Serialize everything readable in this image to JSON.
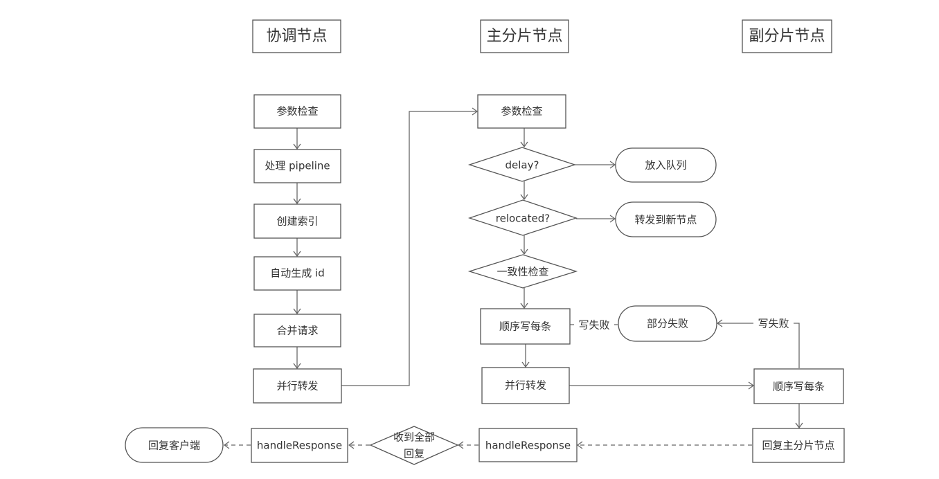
{
  "columns": {
    "coordinator": "协调节点",
    "primary": "主分片节点",
    "replica": "副分片节点"
  },
  "coordinator": {
    "check_params": "参数检查",
    "pipeline": "处理 pipeline",
    "create_index": "创建索引",
    "auto_id": "自动生成 id",
    "merge_requests": "合并请求",
    "parallel_forward": "并行转发",
    "handle_response": "handleResponse",
    "reply_client": "回复客户端",
    "received_all": [
      "收到全部",
      "回复"
    ]
  },
  "primary": {
    "check_params": "参数检查",
    "delay": "delay?",
    "enqueue": "放入队列",
    "relocated": "relocated?",
    "forward_new_node": "转发到新节点",
    "consistency_check": "一致性检查",
    "write_sequential": "顺序写每条",
    "partial_failure": "部分失败",
    "parallel_forward": "并行转发",
    "handle_response": "handleResponse"
  },
  "replica": {
    "write_sequential": "顺序写每条",
    "reply_primary": "回复主分片节点"
  },
  "edge_labels": {
    "write_fail_primary": "写失败",
    "write_fail_replica": "写失败"
  },
  "colors": {
    "stroke": "#555555",
    "text": "#333333",
    "background": "#ffffff"
  }
}
